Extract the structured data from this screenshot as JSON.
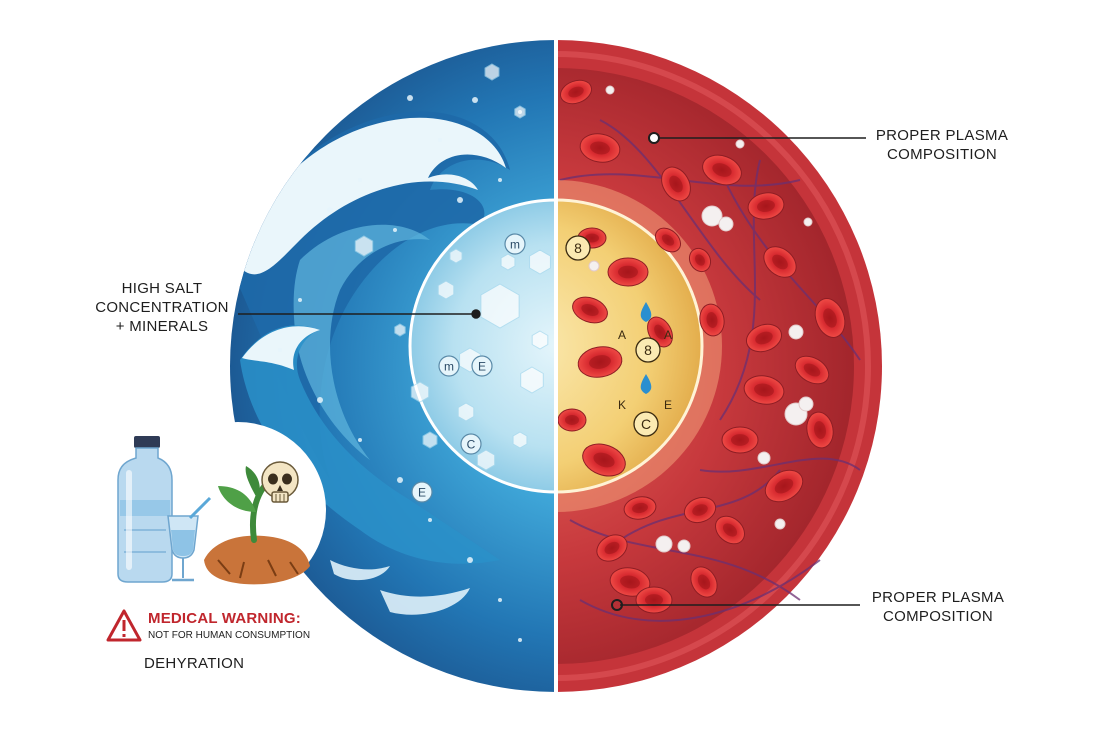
{
  "labels": {
    "salt": [
      "HIGH SALT",
      "CONCENTRATION",
      "+ MINERALS"
    ],
    "plasma_top": [
      "PROPER PLASMA",
      "COMPOSITION"
    ],
    "plasma_bottom": [
      "PROPER PLASMA",
      "COMPOSITION"
    ],
    "warning_title": "MEDICAL WARNING:",
    "warning_sub": "NOT FOR HUMAN CONSUMPTION",
    "dehydration": "DEHYRATION"
  },
  "symbols": {
    "sea": [
      "m",
      "m",
      "E",
      "C",
      "E"
    ],
    "blood": [
      "8",
      "A",
      "A",
      "8",
      "K",
      "E",
      "C"
    ]
  },
  "colors": {
    "ocean_deep": "#1f5f9c",
    "ocean_mid": "#2b86c0",
    "ocean_light": "#7fc6e6",
    "foam": "#eaf6fb",
    "blood_outer": "#c5343a",
    "blood_dark": "#8e1d24",
    "blood_mid": "#b82b31",
    "plasma": "#f3d17a",
    "rbc": "#d62a2f",
    "vein": "#6b2f72",
    "warning": "#c0262d"
  },
  "icons": [
    "water-bottle-icon",
    "glass-icon",
    "dying-plant-icon",
    "skull-icon",
    "warning-triangle-icon",
    "water-drop-icon"
  ]
}
